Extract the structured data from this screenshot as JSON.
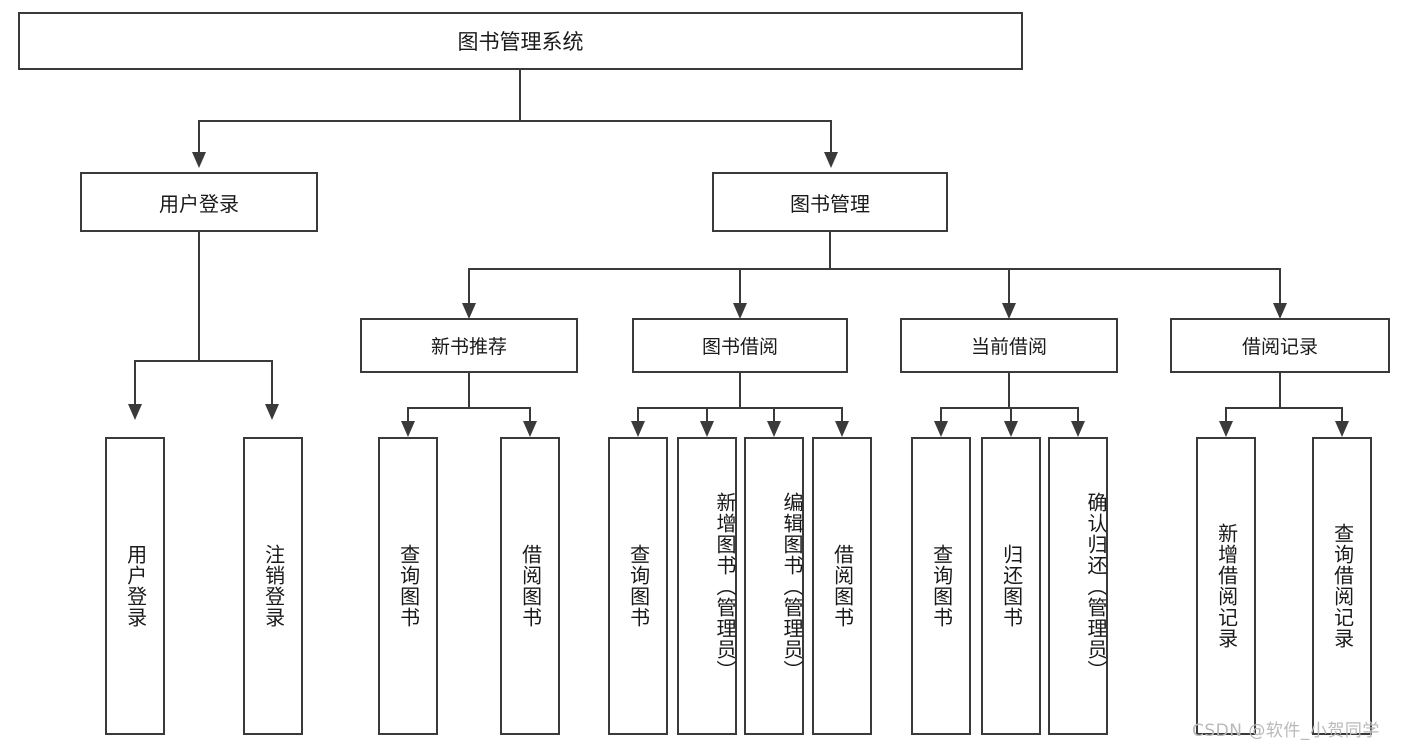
{
  "diagram": {
    "type": "tree",
    "title": "图书管理系统",
    "root": {
      "label": "图书管理系统"
    },
    "level2": [
      {
        "label": "用户登录"
      },
      {
        "label": "图书管理"
      }
    ],
    "level3": [
      {
        "label": "新书推荐"
      },
      {
        "label": "图书借阅"
      },
      {
        "label": "当前借阅"
      },
      {
        "label": "借阅记录"
      }
    ],
    "leaves": {
      "user_login": [
        {
          "label": "用户登录"
        },
        {
          "label": "注销登录"
        }
      ],
      "new_book_recommend": [
        {
          "label": "查询图书"
        },
        {
          "label": "借阅图书"
        }
      ],
      "book_borrow": [
        {
          "label": "查询图书"
        },
        {
          "label": "新增图书（管理员）"
        },
        {
          "label": "编辑图书（管理员）"
        },
        {
          "label": "借阅图书"
        }
      ],
      "current_borrow": [
        {
          "label": "查询图书"
        },
        {
          "label": "归还图书"
        },
        {
          "label": "确认归还（管理员）"
        }
      ],
      "borrow_record": [
        {
          "label": "新增借阅记录"
        },
        {
          "label": "查询借阅记录"
        }
      ]
    }
  },
  "watermark": {
    "text": "CSDN @软件_小贺同学"
  },
  "colors": {
    "border": "#3a3a3a",
    "text": "#1a1a1a",
    "background": "#ffffff",
    "watermark": "#b9b9b9"
  }
}
